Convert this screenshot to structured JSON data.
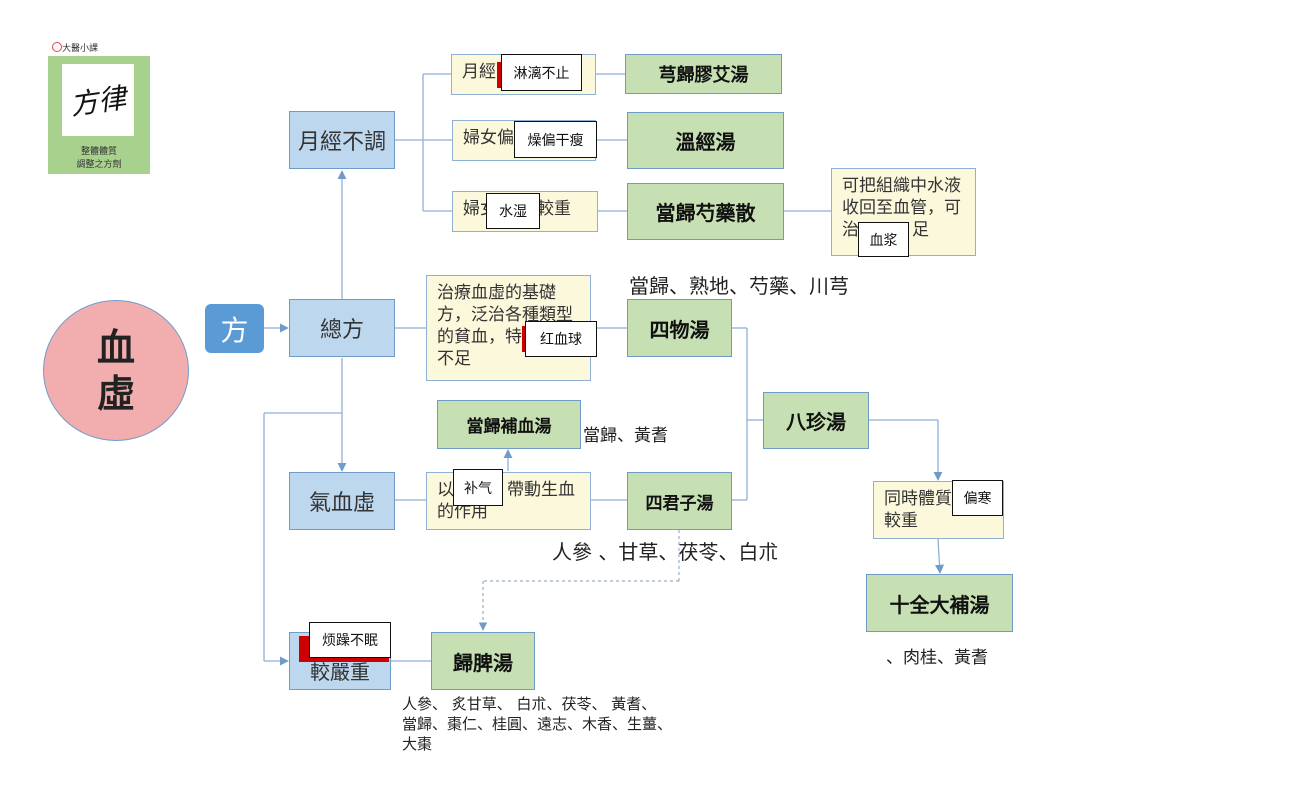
{
  "logo": {
    "top_text": "大醫小課",
    "calligraphy": "方律",
    "caption_line1": "整體體質",
    "caption_line2": "調整之方劑"
  },
  "main_circle": {
    "line1": "血",
    "line2": "虛"
  },
  "fang_label": "方",
  "nodes": {
    "yuejing_butiao": "月經不調",
    "zongfang": "總方",
    "qixuexu": "氣血虛",
    "jiao_yanzhong": "較嚴重"
  },
  "cream": {
    "yuejing_partial": "月經",
    "funu_partial": "婦女偏",
    "funu_shi_partial1": "婦女",
    "funu_shi_partial2": "較重",
    "zhiliao_text": "治療血虛的基礎方，泛治各種類型的貧血，特別是",
    "zhiliao_tail": "不足",
    "yi_text_a": "以",
    "yi_text_b": "帶動生血",
    "yi_text_c": "的作用",
    "kebazuzhi_text": "可把組織中水液收回至血管，可治",
    "kebazuzhi_tail": "足",
    "tongshi_text": "同時體質偏虛較重"
  },
  "formulas": {
    "xionggui": "芎歸膠艾湯",
    "wenjing": "溫經湯",
    "danggui_shaoyao": "當歸芍藥散",
    "siwu": "四物湯",
    "danggui_buxue": "當歸補血湯",
    "sijunzi": "四君子湯",
    "bazhen": "八珍湯",
    "shiquan": "十全大補湯",
    "guipi": "歸脾湯"
  },
  "notes": {
    "linli": "淋漓不止",
    "zaopian": "燥偏干瘦",
    "shuishi": "水湿",
    "xuejiang": "血浆",
    "hongxueqiu": "红血球",
    "buqi": "补气",
    "pianhan": "偏寒",
    "fanzao": "烦躁不眠"
  },
  "ingredients": {
    "siwu": "當歸、熟地、芍藥、川芎",
    "danggui_buxue": "當歸、黃耆",
    "sijunzi": "人參 、甘草、茯苓、白朮",
    "shiquan": "、肉桂、黃耆",
    "guipi_line1": "人參、 炙甘草、 白朮、茯苓、 黃耆、",
    "guipi_line2": "當歸、棗仁、桂圓、遠志、木香、生薑、",
    "guipi_line3": "大棗"
  },
  "colors": {
    "circle_fill": "#f2aeae",
    "blue_box": "#bdd7ee",
    "green_box": "#c6e0b4",
    "cream_box": "#fcf8dc",
    "fang_badge": "#5b9bd5",
    "connector": "#6f9bc8"
  }
}
